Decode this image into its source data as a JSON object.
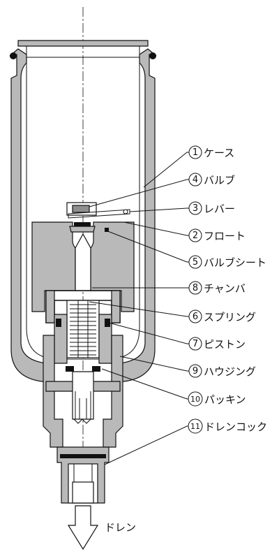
{
  "labels": [
    {
      "num": "1",
      "text": "ケース"
    },
    {
      "num": "4",
      "text": "バルブ"
    },
    {
      "num": "3",
      "text": "レバー"
    },
    {
      "num": "2",
      "text": "フロート"
    },
    {
      "num": "5",
      "text": "バルブシート"
    },
    {
      "num": "8",
      "text": "チャンバ"
    },
    {
      "num": "6",
      "text": "スプリング"
    },
    {
      "num": "7",
      "text": "ピストン"
    },
    {
      "num": "9",
      "text": "ハウジング"
    },
    {
      "num": "10",
      "text": "パッキン"
    },
    {
      "num": "11",
      "text": "ドレンコック"
    }
  ],
  "drain": {
    "text": "ドレン"
  }
}
